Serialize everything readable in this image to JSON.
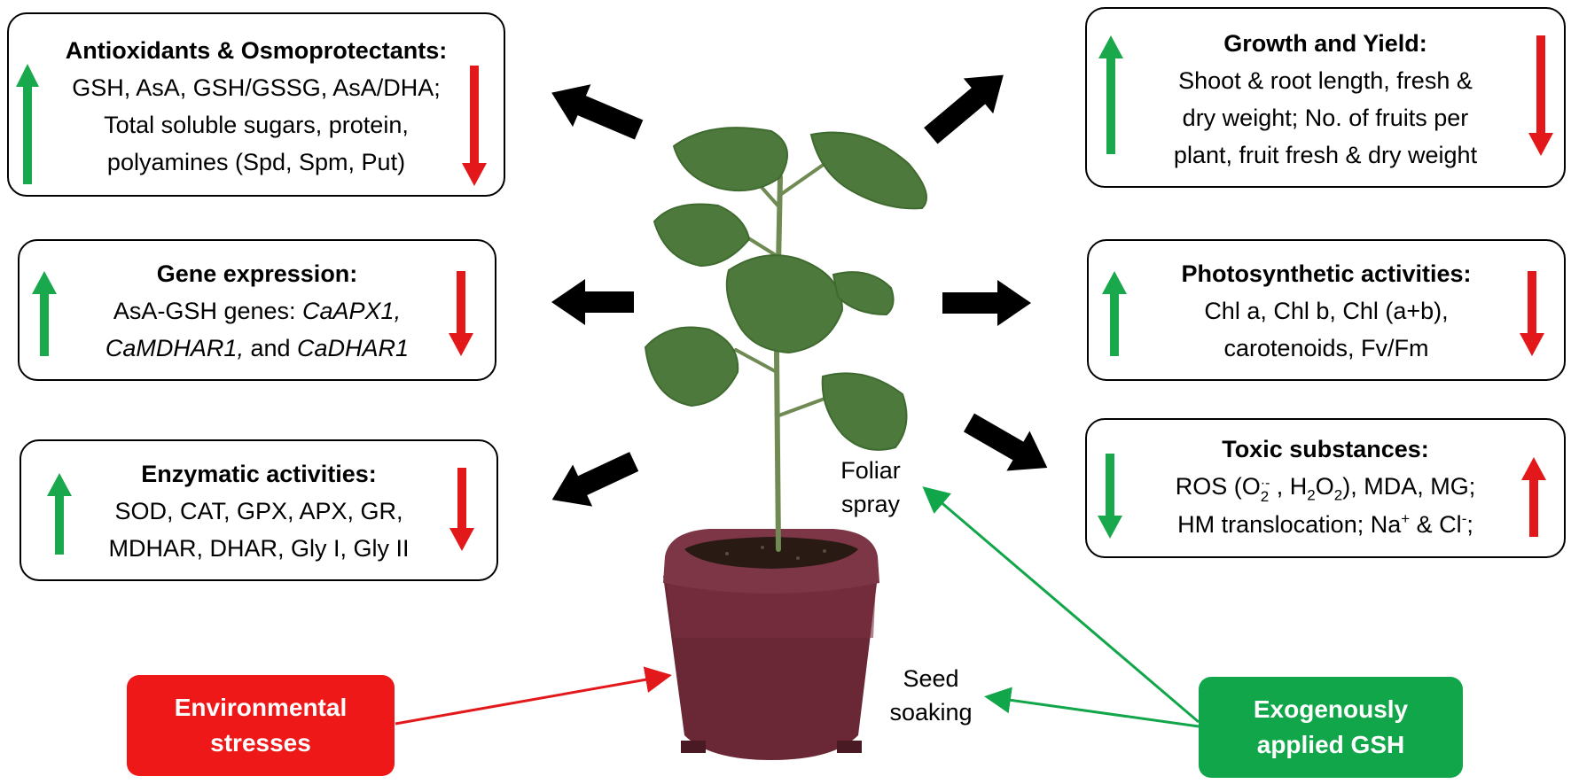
{
  "colors": {
    "up": "#1aa84c",
    "down": "#e2181b",
    "stress": "#ef1818",
    "gsh": "#12a64a",
    "outline": "#000000"
  },
  "boxes": {
    "antioxidants": {
      "title": "Antioxidants & Osmoprotectants:",
      "lines": [
        "GSH, AsA, GSH/GSSG, AsA/DHA;",
        "Total soluble sugars, protein,",
        "polyamines (Spd, Spm, Put)"
      ]
    },
    "gene": {
      "title": "Gene expression:",
      "line1_prefix": "AsA-GSH genes: ",
      "gene1": "CaAPX1,",
      "gene2": "CaMDHAR1,",
      "line2_mid": " and ",
      "gene3": "CaDHAR1"
    },
    "enzymatic": {
      "title": "Enzymatic activities:",
      "lines": [
        "SOD, CAT, GPX, APX, GR,",
        "MDHAR, DHAR, Gly I, Gly II"
      ]
    },
    "growth": {
      "title": "Growth and Yield:",
      "lines": [
        "Shoot & root length, fresh &",
        "dry weight; No. of fruits per",
        "plant, fruit fresh & dry weight"
      ]
    },
    "photo": {
      "title": "Photosynthetic activities:",
      "lines": [
        "Chl a, Chl b, Chl (a+b),",
        "carotenoids, Fv/Fm"
      ]
    },
    "toxic": {
      "title": "Toxic substances:",
      "ros": "ROS (O",
      "o2_sub": "2",
      "o2_sup": "·-",
      "comma": ",",
      "h2o2_h": " H",
      "h2o2_2a": "2",
      "h2o2_o": "O",
      "h2o2_2b": "2",
      "line1_rest": "), MDA, MG;",
      "line2_a": "HM translocation; Na",
      "na_sup": "+",
      "line2_b": " & Cl",
      "cl_sup": "-",
      "line2_c": ";"
    }
  },
  "labels": {
    "foliar": [
      "Foliar",
      "spray"
    ],
    "seed": [
      "Seed",
      "soaking"
    ]
  },
  "causes": {
    "stress": [
      "Environmental",
      "stresses"
    ],
    "gsh": [
      "Exogenously",
      "applied GSH"
    ]
  }
}
